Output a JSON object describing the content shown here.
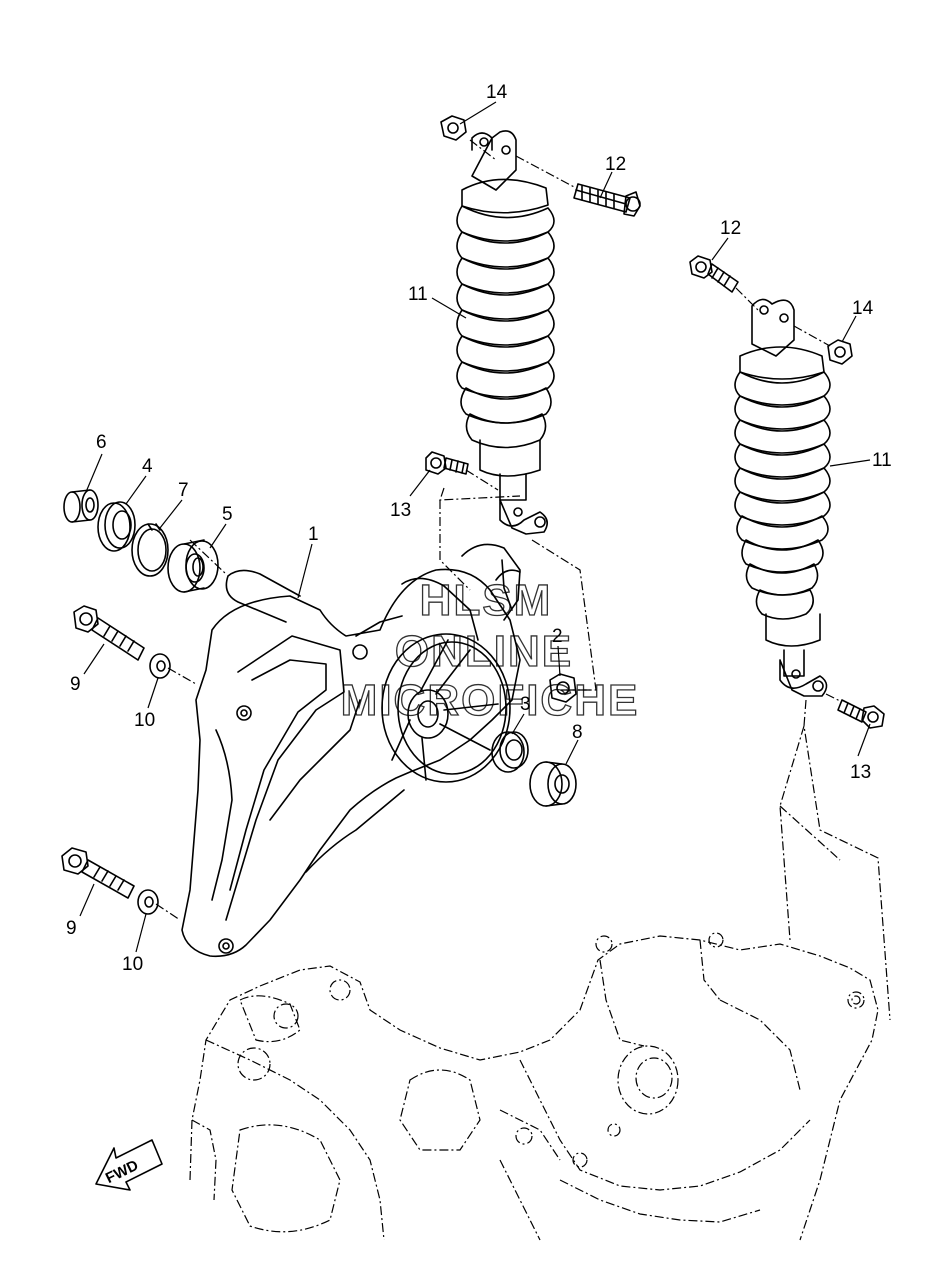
{
  "diagram": {
    "watermark_lines": [
      "HLSM",
      "ONLINE",
      "MICROFICHE"
    ],
    "direction_label": "FWD",
    "callouts": [
      {
        "id": "14a",
        "label": "14"
      },
      {
        "id": "12a",
        "label": "12"
      },
      {
        "id": "11a",
        "label": "11"
      },
      {
        "id": "12b",
        "label": "12"
      },
      {
        "id": "14b",
        "label": "14"
      },
      {
        "id": "11b",
        "label": "11"
      },
      {
        "id": "6",
        "label": "6"
      },
      {
        "id": "4",
        "label": "4"
      },
      {
        "id": "7",
        "label": "7"
      },
      {
        "id": "5",
        "label": "5"
      },
      {
        "id": "1",
        "label": "1"
      },
      {
        "id": "13a",
        "label": "13"
      },
      {
        "id": "2",
        "label": "2"
      },
      {
        "id": "3",
        "label": "3"
      },
      {
        "id": "8",
        "label": "8"
      },
      {
        "id": "13b",
        "label": "13"
      },
      {
        "id": "9a",
        "label": "9"
      },
      {
        "id": "10a",
        "label": "10"
      },
      {
        "id": "9b",
        "label": "9"
      },
      {
        "id": "10b",
        "label": "10"
      }
    ]
  }
}
